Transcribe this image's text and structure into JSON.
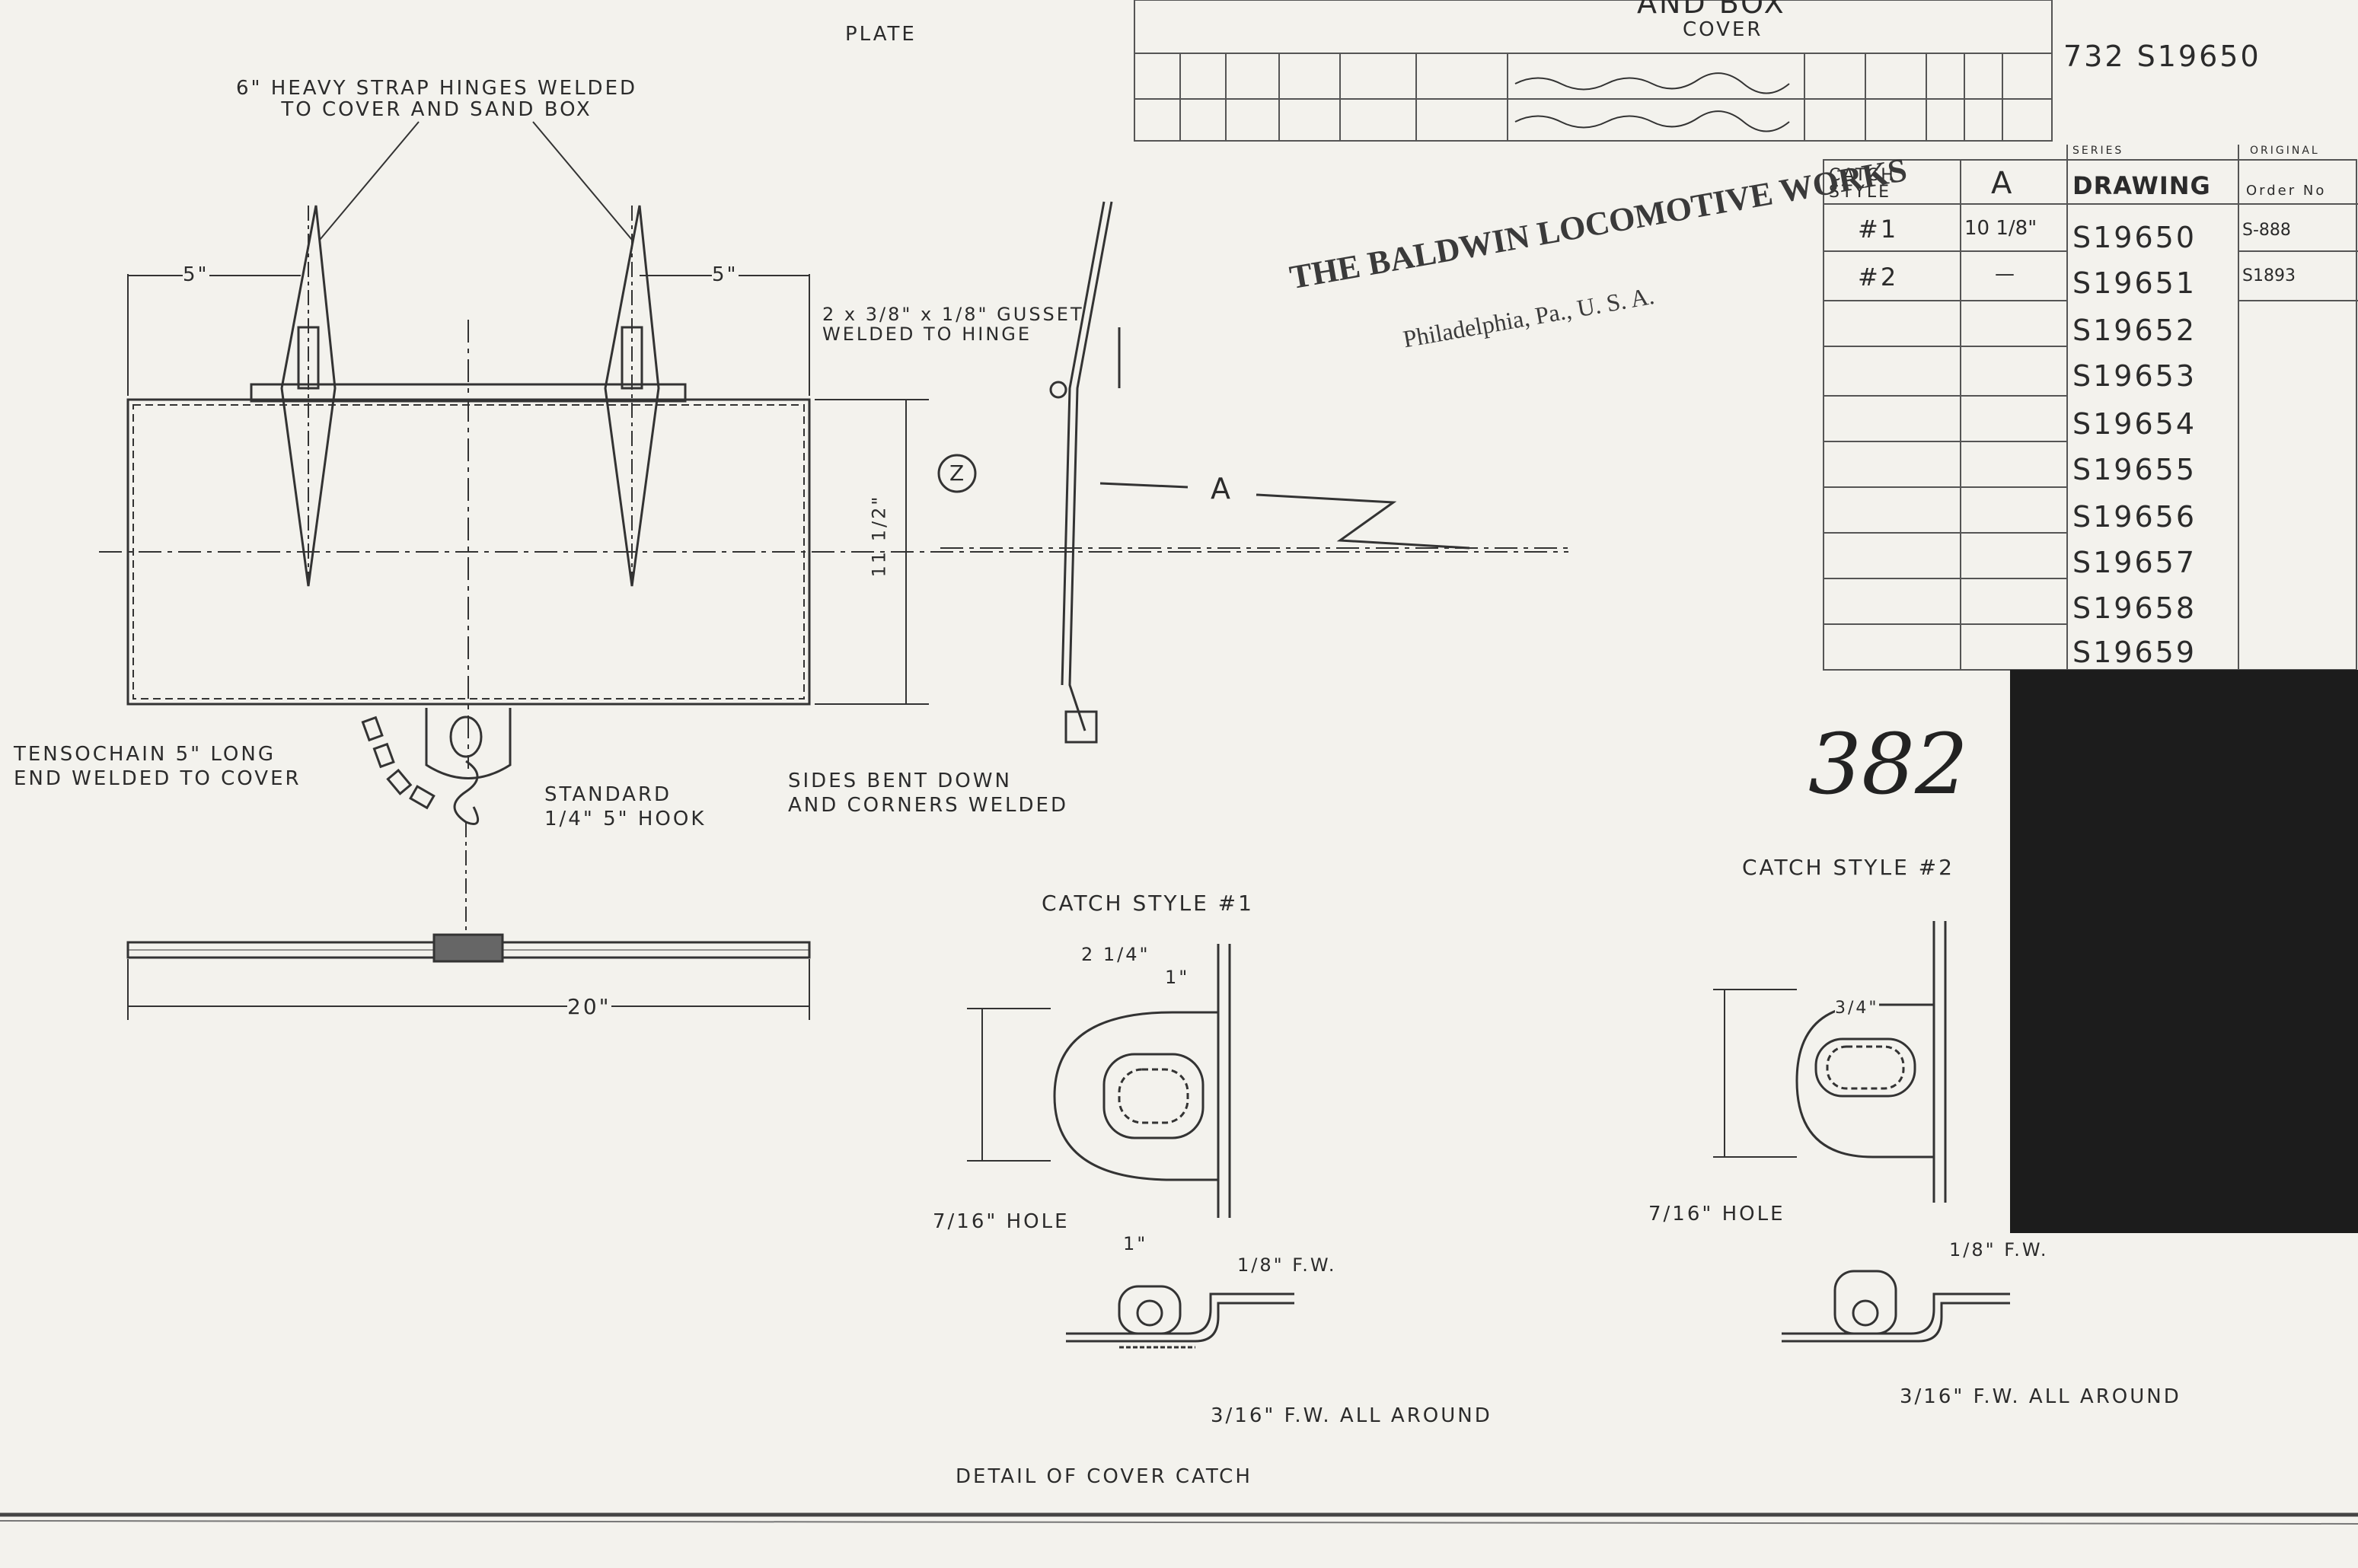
{
  "title_block": {
    "line1": "AND BOX",
    "line2": "COVER",
    "number": "732 S19650",
    "plate_label": "PLATE",
    "table_headers": [
      "CATCH STYLE",
      "A",
      "DRAWING",
      "Order No"
    ],
    "header_top": [
      "",
      "",
      "SERIES",
      "ORIGINAL"
    ],
    "rows": [
      {
        "style": "#1",
        "a": "10 1/8\"",
        "drawing": "S19650",
        "order": "S-888"
      },
      {
        "style": "#2",
        "a": "—",
        "drawing": "S19651",
        "order": "S1893"
      },
      {
        "style": "",
        "a": "",
        "drawing": "S19652",
        "order": ""
      },
      {
        "style": "",
        "a": "",
        "drawing": "S19653",
        "order": ""
      },
      {
        "style": "",
        "a": "",
        "drawing": "S19654",
        "order": ""
      },
      {
        "style": "",
        "a": "",
        "drawing": "S19655",
        "order": ""
      },
      {
        "style": "",
        "a": "",
        "drawing": "S19656",
        "order": ""
      },
      {
        "style": "",
        "a": "",
        "drawing": "S19657",
        "order": ""
      },
      {
        "style": "",
        "a": "",
        "drawing": "S19658",
        "order": ""
      },
      {
        "style": "",
        "a": "",
        "drawing": "S19659",
        "order": ""
      }
    ]
  },
  "stamp": {
    "company": "THE BALDWIN LOCOMOTIVE WORKS",
    "location": "Philadelphia, Pa., U. S. A."
  },
  "handwritten_number": "382",
  "notes": {
    "hinges": "6\" HEAVY STRAP HINGES WELDED\nTO COVER AND SAND BOX",
    "gusset": "2 x 3/8\" x 1/8\" GUSSET\nWELDED TO HINGE",
    "chain": "TENSOCHAIN 5\" LONG\nEND WELDED TO COVER",
    "hook": "STANDARD\n1/4\" 5\" HOOK",
    "sides": "SIDES BENT DOWN\nAND CORNERS WELDED",
    "catch1": "CATCH STYLE #1",
    "catch2": "CATCH STYLE #2",
    "detail": "DETAIL OF COVER CATCH",
    "hole1": "7/16\" HOLE",
    "hole2": "7/16\" HOLE",
    "fw1": "1/8\" F.W.",
    "fw2": "1/8\" F.W.",
    "fw_all1": "3/16\" F.W. ALL AROUND",
    "fw_all2": "3/16\" F.W. ALL AROUND",
    "section_mark": "Z",
    "dim_a": "A"
  },
  "dimensions": {
    "left_offset": "5\"",
    "right_offset": "5\"",
    "width": "20\"",
    "height": "11 1/2\"",
    "catch_2_1_4": "2 1/4\"",
    "catch_1": "1\"",
    "catch_3_4": "3/4\"",
    "catch_1b": "1\""
  }
}
